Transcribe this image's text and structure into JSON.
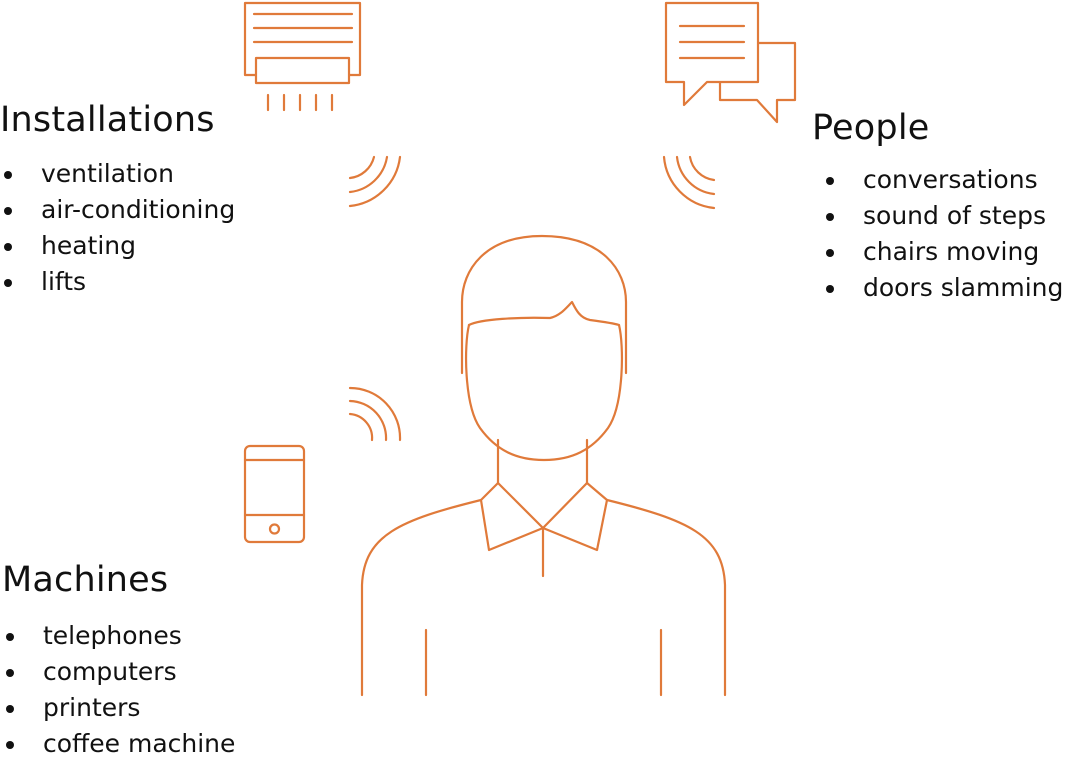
{
  "accent_color": "#E07A3A",
  "groups": {
    "installations": {
      "title": "Installations",
      "items": [
        "ventilation",
        "air-conditioning",
        "heating",
        "lifts"
      ]
    },
    "people": {
      "title": "People",
      "items": [
        "conversations",
        "sound of steps",
        "chairs moving",
        "doors slamming"
      ]
    },
    "machines": {
      "title": "Machines",
      "items": [
        "telephones",
        "computers",
        "printers",
        "coffee machine"
      ]
    }
  },
  "icons": {
    "installations": "air-conditioner-icon",
    "people": "chat-bubbles-icon",
    "machines": "smartphone-icon",
    "center": "person-icon",
    "sound": "sound-waves-icon"
  }
}
